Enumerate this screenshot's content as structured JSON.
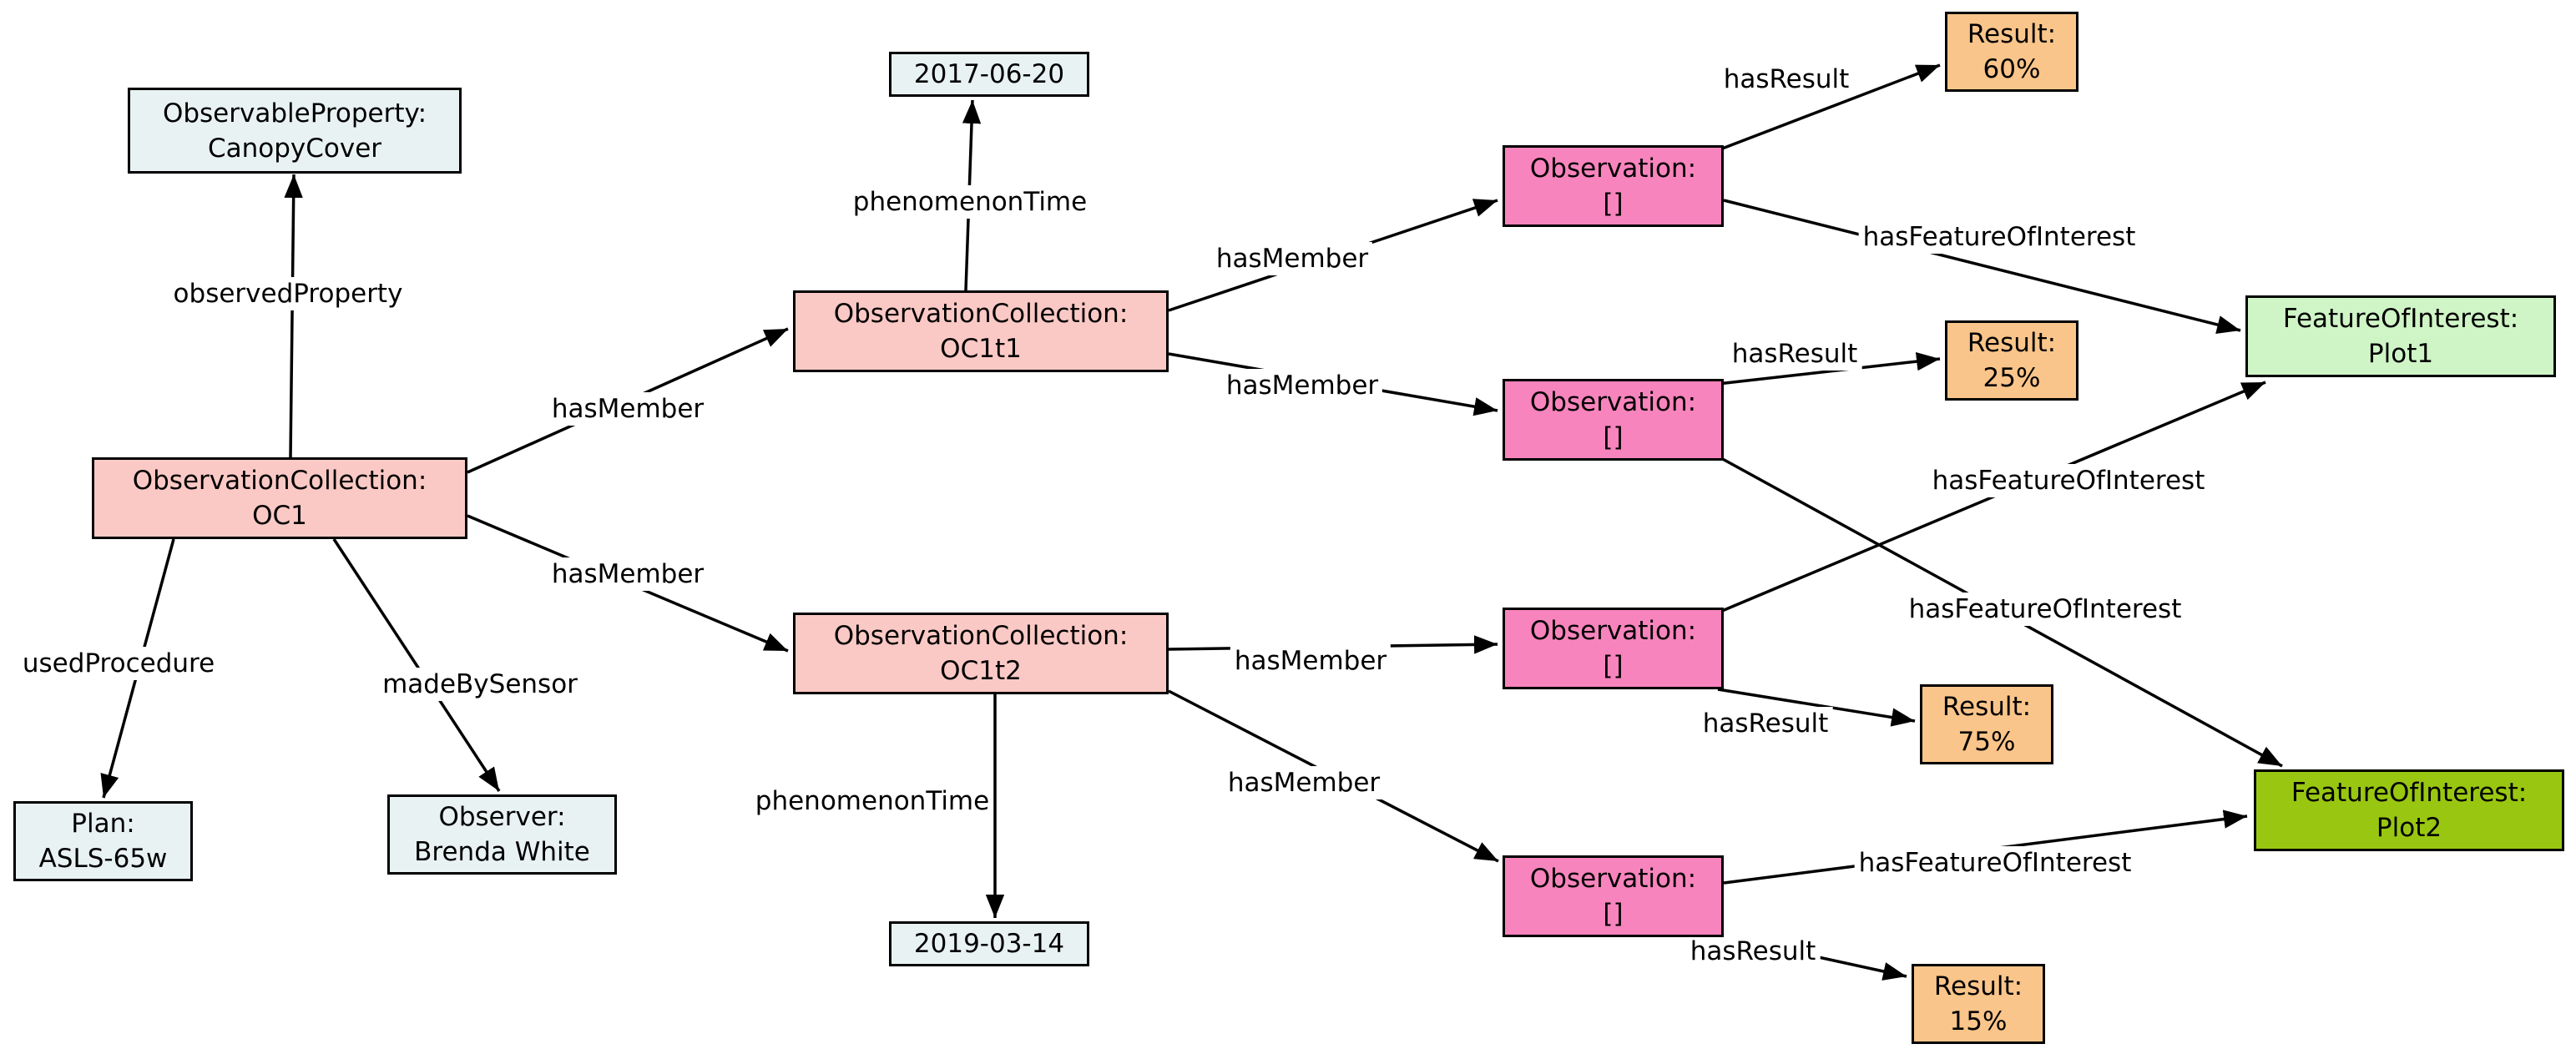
{
  "diagram": {
    "background": "#FFFFFF",
    "line_color": "#000000",
    "border_color": "#000000",
    "nodes": {
      "observable_property": {
        "type": "ObservableProperty:",
        "name": "CanopyCover",
        "fill": "#E9F2F3"
      },
      "oc1": {
        "type": "ObservationCollection:",
        "name": "OC1",
        "fill": "#FBC9C5"
      },
      "oc1t1": {
        "type": "ObservationCollection:",
        "name": "OC1t1",
        "fill": "#FBC9C5"
      },
      "oc1t2": {
        "type": "ObservationCollection:",
        "name": "OC1t2",
        "fill": "#FBC9C5"
      },
      "date_2017": {
        "name": "2017-06-20",
        "fill": "#E9F2F3"
      },
      "date_2019": {
        "name": "2019-03-14",
        "fill": "#E9F2F3"
      },
      "obs1": {
        "type": "Observation:",
        "name": "[]",
        "fill": "#F884BD"
      },
      "obs2": {
        "type": "Observation:",
        "name": "[]",
        "fill": "#F884BD"
      },
      "obs3": {
        "type": "Observation:",
        "name": "[]",
        "fill": "#F884BD"
      },
      "obs4": {
        "type": "Observation:",
        "name": "[]",
        "fill": "#F884BD"
      },
      "result60": {
        "type": "Result:",
        "name": "60%",
        "fill": "#FAC58A"
      },
      "result25": {
        "type": "Result:",
        "name": "25%",
        "fill": "#FAC58A"
      },
      "result75": {
        "type": "Result:",
        "name": "75%",
        "fill": "#FAC58A"
      },
      "result15": {
        "type": "Result:",
        "name": "15%",
        "fill": "#FAC58A"
      },
      "plot1": {
        "type": "FeatureOfInterest:",
        "name": "Plot1",
        "fill": "#CFF5C6"
      },
      "plot2": {
        "type": "FeatureOfInterest:",
        "name": "Plot2",
        "fill": "#99C711"
      },
      "plan": {
        "type": "Plan:",
        "name": "ASLS-65w",
        "fill": "#E9F2F3"
      },
      "observer": {
        "type": "Observer:",
        "name": "Brenda White",
        "fill": "#E9F2F3"
      }
    },
    "edges": [
      {
        "from": "oc1",
        "to": "observable_property",
        "label": "observedProperty"
      },
      {
        "from": "oc1",
        "to": "oc1t1",
        "label": "hasMember"
      },
      {
        "from": "oc1",
        "to": "oc1t2",
        "label": "hasMember"
      },
      {
        "from": "oc1",
        "to": "plan",
        "label": "usedProcedure"
      },
      {
        "from": "oc1",
        "to": "observer",
        "label": "madeBySensor"
      },
      {
        "from": "oc1t1",
        "to": "date_2017",
        "label": "phenomenonTime"
      },
      {
        "from": "oc1t1",
        "to": "obs1",
        "label": "hasMember"
      },
      {
        "from": "oc1t1",
        "to": "obs2",
        "label": "hasMember"
      },
      {
        "from": "oc1t2",
        "to": "obs3",
        "label": "hasMember"
      },
      {
        "from": "oc1t2",
        "to": "obs4",
        "label": "hasMember"
      },
      {
        "from": "oc1t2",
        "to": "date_2019",
        "label": "phenomenonTime"
      },
      {
        "from": "obs1",
        "to": "result60",
        "label": "hasResult"
      },
      {
        "from": "obs1",
        "to": "plot1",
        "label": "hasFeatureOfInterest"
      },
      {
        "from": "obs2",
        "to": "result25",
        "label": "hasResult"
      },
      {
        "from": "obs2",
        "to": "plot2",
        "label": "hasFeatureOfInterest"
      },
      {
        "from": "obs3",
        "to": "result75",
        "label": "hasResult"
      },
      {
        "from": "obs3",
        "to": "plot1",
        "label": "hasFeatureOfInterest"
      },
      {
        "from": "obs4",
        "to": "result15",
        "label": "hasResult"
      },
      {
        "from": "obs4",
        "to": "plot2",
        "label": "hasFeatureOfInterest"
      }
    ]
  }
}
